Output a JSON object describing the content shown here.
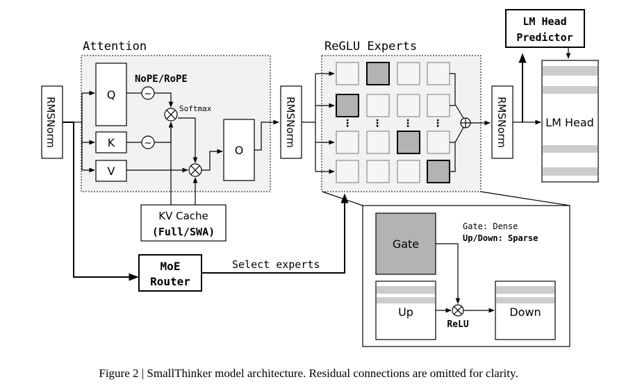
{
  "attention": {
    "title": "Attention",
    "q": "Q",
    "k": "K",
    "v": "V",
    "o": "O",
    "pe_label": "NoPE/RoPE",
    "softmax": "Softmax",
    "sinusoid_glyph": "~"
  },
  "rmsnorm": "RMSNorm",
  "kv_cache": {
    "line1": "KV Cache",
    "line2": "(Full/SWA)"
  },
  "router": {
    "line1": "MoE",
    "line2": "Router"
  },
  "select_experts": "Select experts",
  "experts": {
    "title": "ReGLU Experts",
    "ellipsis": "⋮"
  },
  "lm_head_predictor": {
    "line1": "LM Head",
    "line2": "Predictor"
  },
  "lm_head": "LM Head",
  "detail": {
    "gate": "Gate",
    "up": "Up",
    "down": "Down",
    "relu": "ReLU",
    "gate_note": "Gate: Dense",
    "updown_note": "Up/Down: Sparse"
  },
  "caption": "Figure 2 | SmallThinker model architecture. Residual connections are omitted for clarity.",
  "colors": {
    "active_expert": "#b3b3b3",
    "inactive_expert": "#f5f5f5",
    "stripe": "#cccccc",
    "panel": "#f2f2f2"
  }
}
